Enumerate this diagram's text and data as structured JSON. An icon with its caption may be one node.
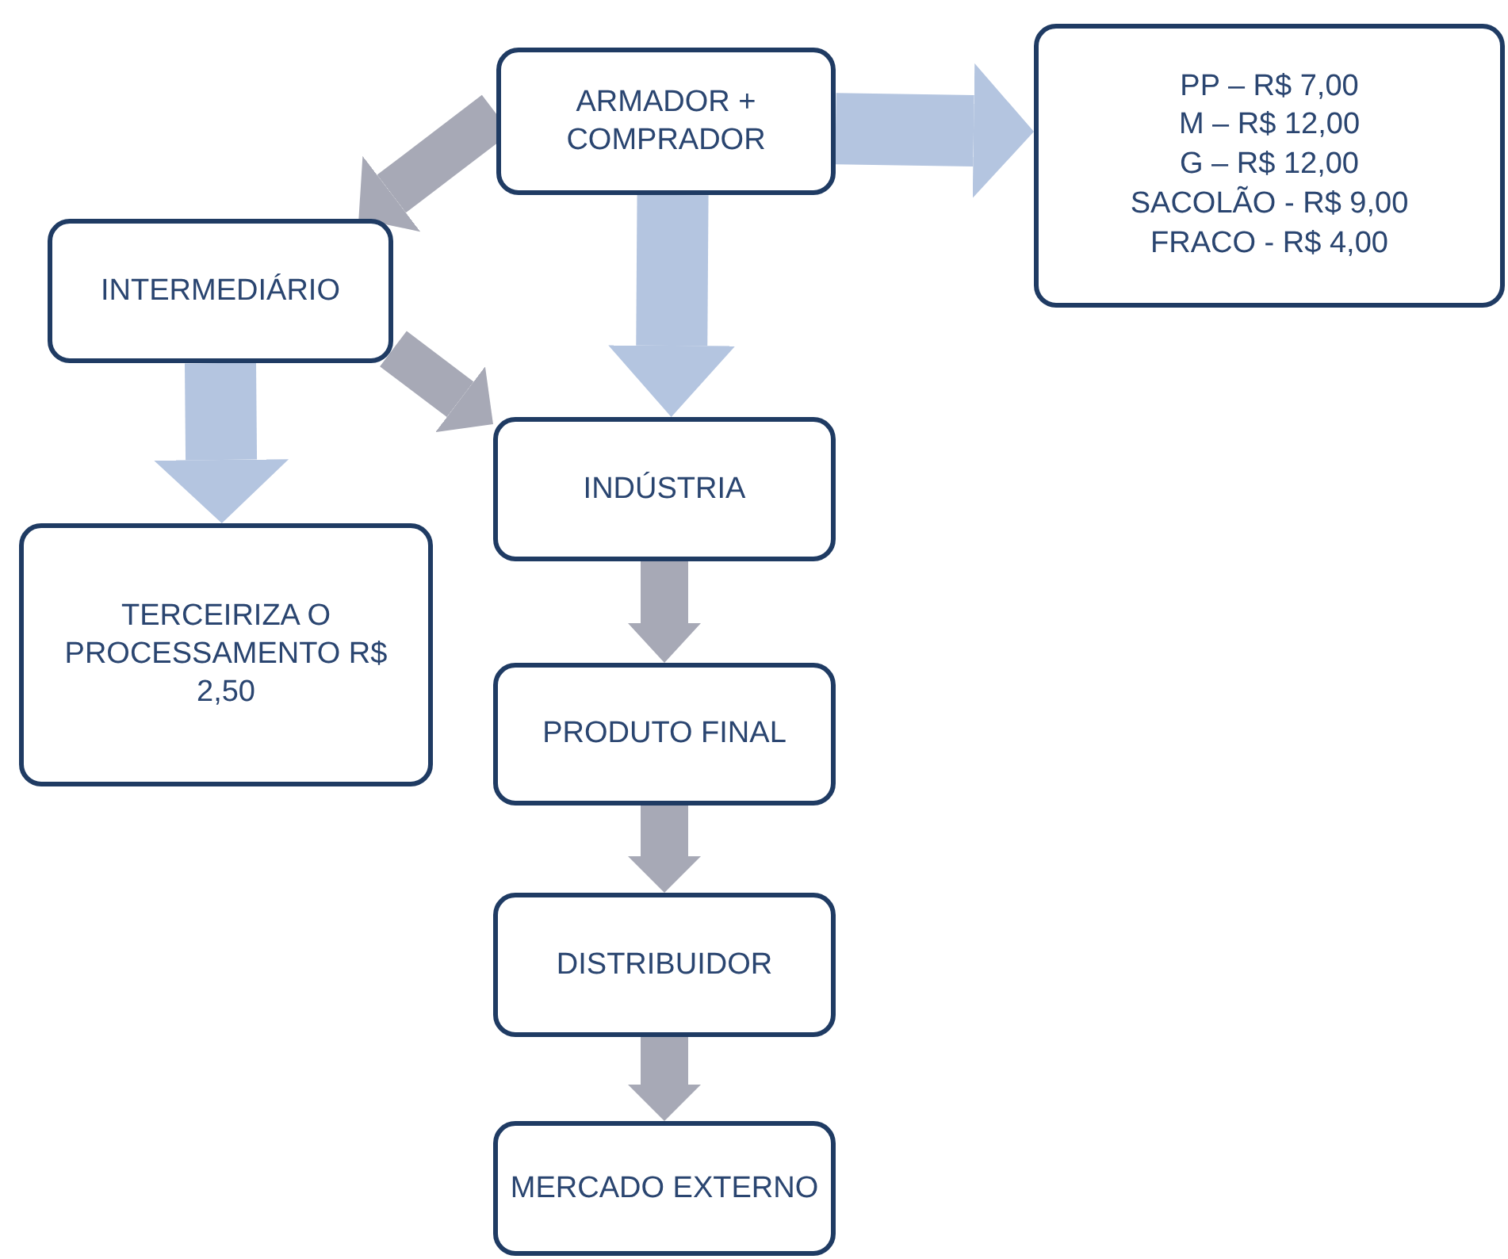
{
  "diagram": {
    "nodes": [
      {
        "text": [
          "ARMADOR + COMPRADOR"
        ]
      },
      {
        "text": [
          "PP – R$ 7,00",
          "M – R$ 12,00",
          "G – R$ 12,00",
          "SACOLÃO - R$ 9,00",
          "FRACO - R$ 4,00"
        ]
      },
      {
        "text": [
          "INTERMEDIÁRIO"
        ]
      },
      {
        "text": [
          "INDÚSTRIA"
        ]
      },
      {
        "text": [
          "TERCEIRIZA O PROCESSAMENTO R$ 2,50"
        ]
      },
      {
        "text": [
          "PRODUTO FINAL"
        ]
      },
      {
        "text": [
          "DISTRIBUIDOR"
        ]
      },
      {
        "text": [
          "MERCADO EXTERNO"
        ]
      }
    ],
    "edges": [
      {
        "from": 0,
        "to": 1,
        "arrow": "to",
        "color": "#b4c5e0"
      },
      {
        "from": 0,
        "to": 2,
        "arrow": "to"
      },
      {
        "from": 0,
        "to": 3,
        "arrow": "to",
        "color": "#b4c5e0"
      },
      {
        "from": 2,
        "to": 3,
        "arrow": "to"
      },
      {
        "from": 2,
        "to": 4,
        "arrow": "to",
        "color": "#b4c5e0"
      },
      {
        "from": 3,
        "to": 5,
        "arrow": "to"
      },
      {
        "from": 5,
        "to": 6,
        "arrow": "to"
      },
      {
        "from": 6,
        "to": 7,
        "arrow": "to"
      }
    ]
  }
}
